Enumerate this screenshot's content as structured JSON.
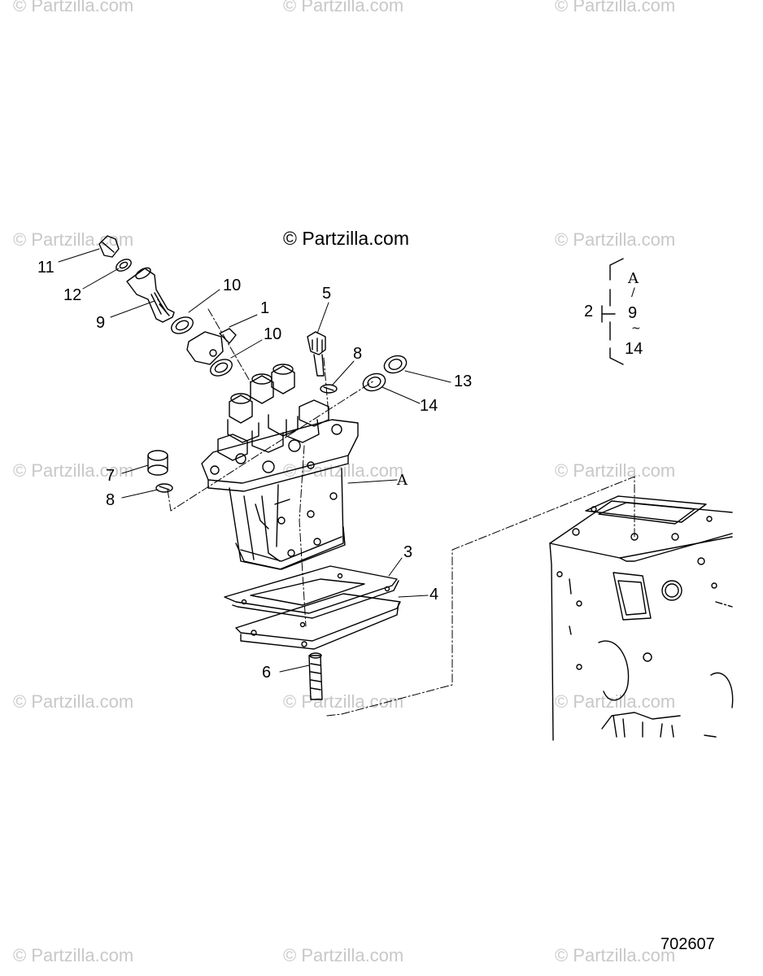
{
  "watermark": "© Partzilla.com",
  "copyright": "© Partzilla.com",
  "figure_number": "702607",
  "callouts": [
    "11",
    "12",
    "9",
    "10",
    "1",
    "10",
    "5",
    "8",
    "13",
    "14",
    "7",
    "8",
    "3",
    "4",
    "6"
  ],
  "legend": {
    "parent": "2",
    "items": [
      "A",
      "/",
      "9",
      "~",
      "14"
    ]
  },
  "reference_letter": "A"
}
